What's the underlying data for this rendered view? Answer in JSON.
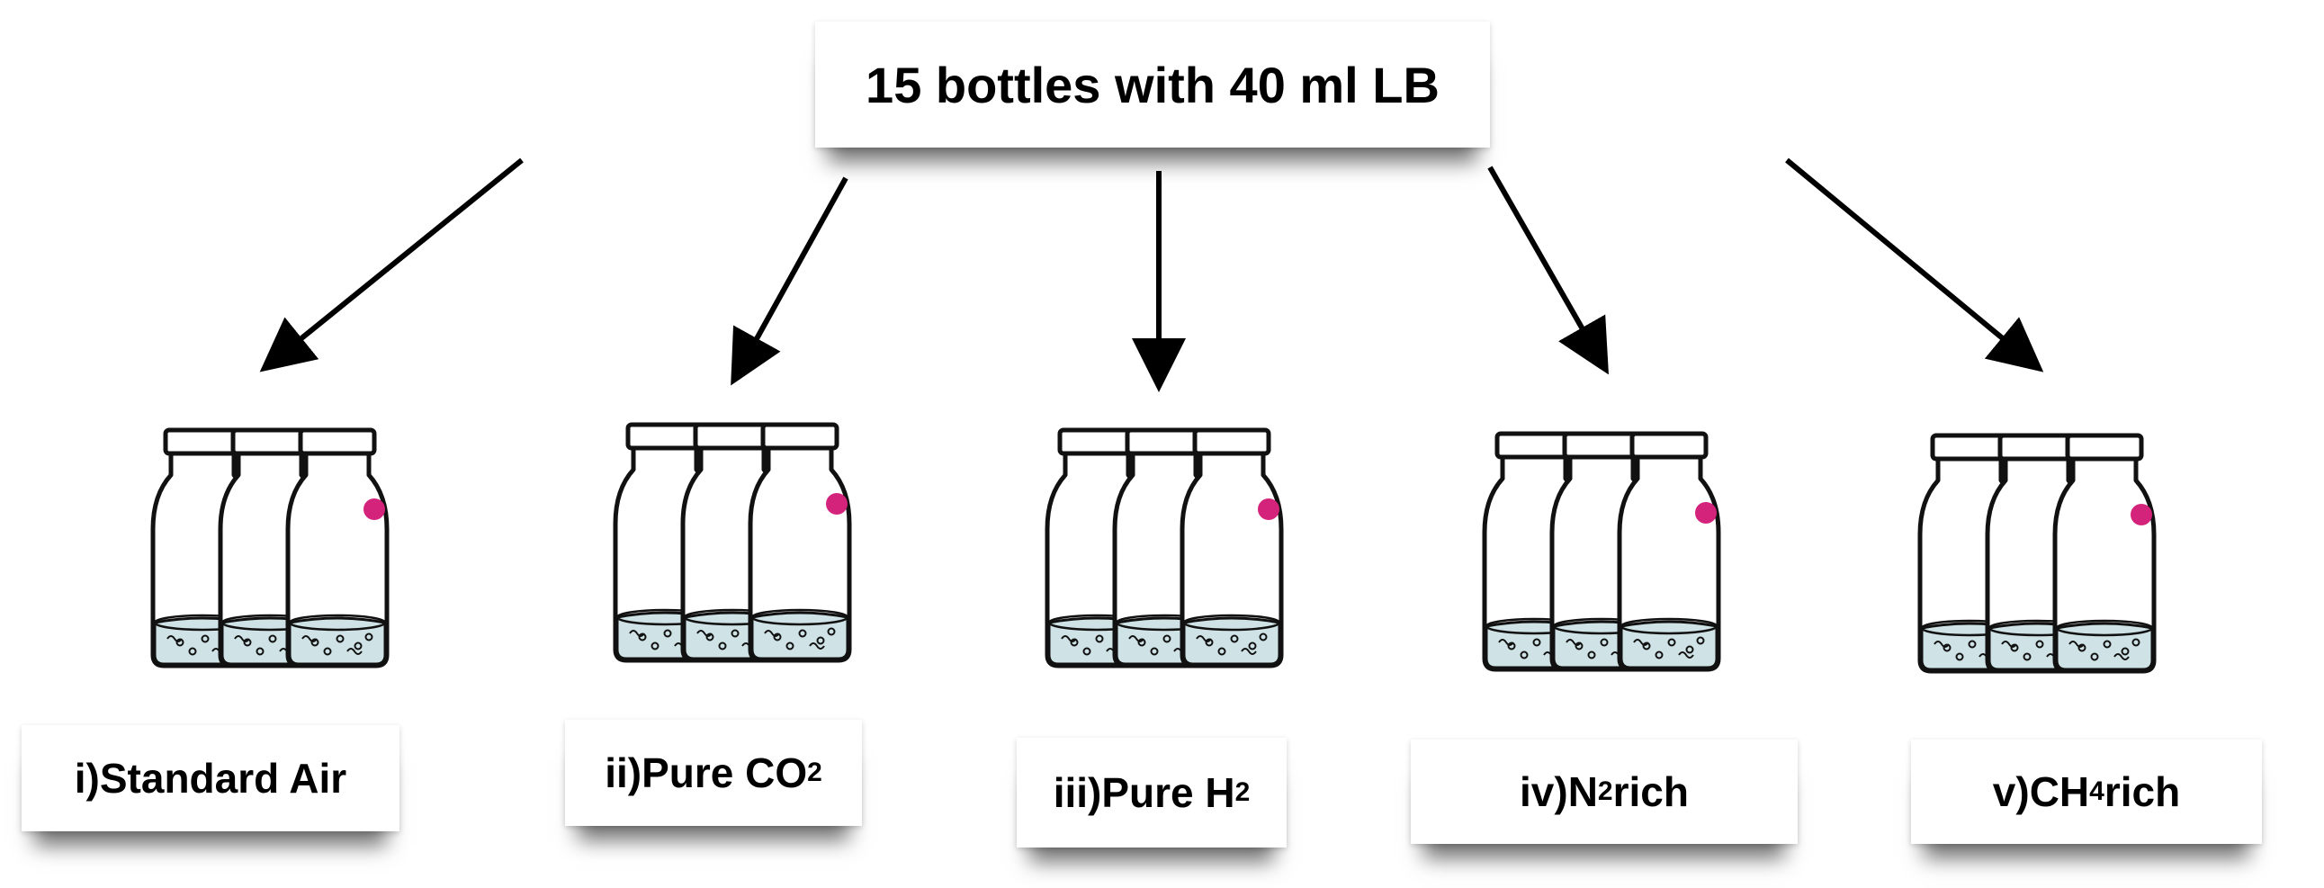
{
  "diagram": {
    "title": "15 bottles with 40 ml LB",
    "conditions": [
      {
        "prefix": "i) ",
        "main": "Standard Air",
        "sub": "",
        "suffix": ""
      },
      {
        "prefix": "ii) ",
        "main": "Pure CO",
        "sub": "2",
        "suffix": ""
      },
      {
        "prefix": "iii) ",
        "main": "Pure H",
        "sub": "2",
        "suffix": ""
      },
      {
        "prefix": "iv) ",
        "main": "N",
        "sub": "2",
        "suffix": " rich"
      },
      {
        "prefix": "v) ",
        "main": "CH",
        "sub": "4",
        "suffix": " rich"
      }
    ],
    "bottles_per_group": 3,
    "colors": {
      "liquid": "#cfe3e6",
      "dot": "#d4237a",
      "stroke": "#111111"
    }
  }
}
